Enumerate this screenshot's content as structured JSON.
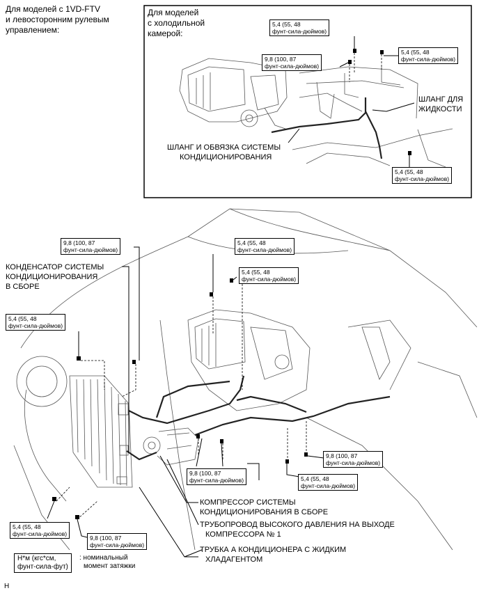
{
  "header": {
    "model_line1": "Для моделей с 1VD-FTV",
    "model_line2": "и левосторонним рулевым",
    "model_line3": "управлением:"
  },
  "inset": {
    "title_line1": "Для моделей",
    "title_line2": "с холодильной",
    "title_line3": "камерой:",
    "torque1": {
      "l1": "5,4 (55, 48",
      "l2": "фунт-сила-дюймов)"
    },
    "torque2": {
      "l1": "5,4 (55, 48",
      "l2": "фунт-сила-дюймов)"
    },
    "torque3": {
      "l1": "9,8 (100, 87",
      "l2": "фунт-сила-дюймов)"
    },
    "torque4": {
      "l1": "5,4 (55, 48",
      "l2": "фунт-сила-дюймов)"
    },
    "liquid_hose_l1": "ШЛАНГ ДЛЯ",
    "liquid_hose_l2": "ЖИДКОСТИ",
    "ac_hose_l1": "ШЛАНГ И ОБВЯЗКА СИСТЕМЫ",
    "ac_hose_l2": "КОНДИЦИОНИРОВАНИЯ"
  },
  "main": {
    "condenser_l1": "КОНДЕНСАТОР СИСТЕМЫ",
    "condenser_l2": "КОНДИЦИОНИРОВАНИЯ",
    "condenser_l3": "В СБОРЕ",
    "t_98_top": {
      "l1": "9,8 (100, 87",
      "l2": "фунт-сила-дюймов)"
    },
    "t_54_a": {
      "l1": "5,4 (55, 48",
      "l2": "фунт-сила-дюймов)"
    },
    "t_54_b": {
      "l1": "5,4 (55, 48",
      "l2": "фунт-сила-дюймов)"
    },
    "t_54_left": {
      "l1": "5,4 (55, 48",
      "l2": "фунт-сила-дюймов)"
    },
    "t_98_right": {
      "l1": "9,8 (100, 87",
      "l2": "фунт-сила-дюймов)"
    },
    "t_98_mid": {
      "l1": "9,8 (100, 87",
      "l2": "фунт-сила-дюймов)"
    },
    "t_54_right": {
      "l1": "5,4 (55, 48",
      "l2": "фунт-сила-дюймов)"
    },
    "t_54_bottom": {
      "l1": "5,4 (55, 48",
      "l2": "фунт-сила-дюймов)"
    },
    "t_98_bottom": {
      "l1": "9,8 (100, 87",
      "l2": "фунт-сила-дюймов)"
    },
    "compressor_l1": "КОМПРЕССОР СИСТЕМЫ",
    "compressor_l2": "КОНДИЦИОНИРОВАНИЯ В СБОРЕ",
    "hp_pipe_l1": "ТРУБОПРОВОД ВЫСОКОГО ДАВЛЕНИЯ НА ВЫХОДЕ",
    "hp_pipe_l2": "КОМПРЕССОРА № 1",
    "liquid_tube_l1": "ТРУБКА А КОНДИЦИОНЕРА С ЖИДКИМ",
    "liquid_tube_l2": "ХЛАДАГЕНТОМ"
  },
  "legend": {
    "unit_l1": "Н*м (кгс*см,",
    "unit_l2": "фунт-сила-фут)",
    "desc_l1": ": номинальный",
    "desc_l2": "момент затяжки"
  },
  "footer": {
    "code": "H"
  }
}
